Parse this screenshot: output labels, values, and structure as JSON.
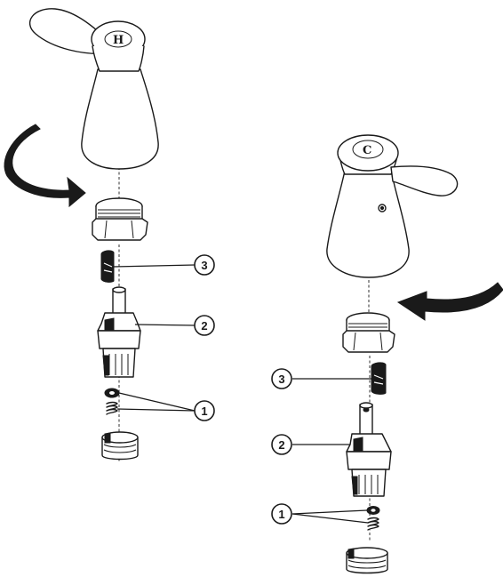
{
  "callouts": {
    "left": {
      "c3": "3",
      "c2": "2",
      "c1": "1"
    },
    "right": {
      "c3": "3",
      "c2": "2",
      "c1": "1"
    }
  },
  "handle_markers": {
    "hot": "H",
    "cold": "C"
  },
  "icons": [
    "rotate-counterclockwise-arrow",
    "rotate-clockwise-arrow"
  ]
}
